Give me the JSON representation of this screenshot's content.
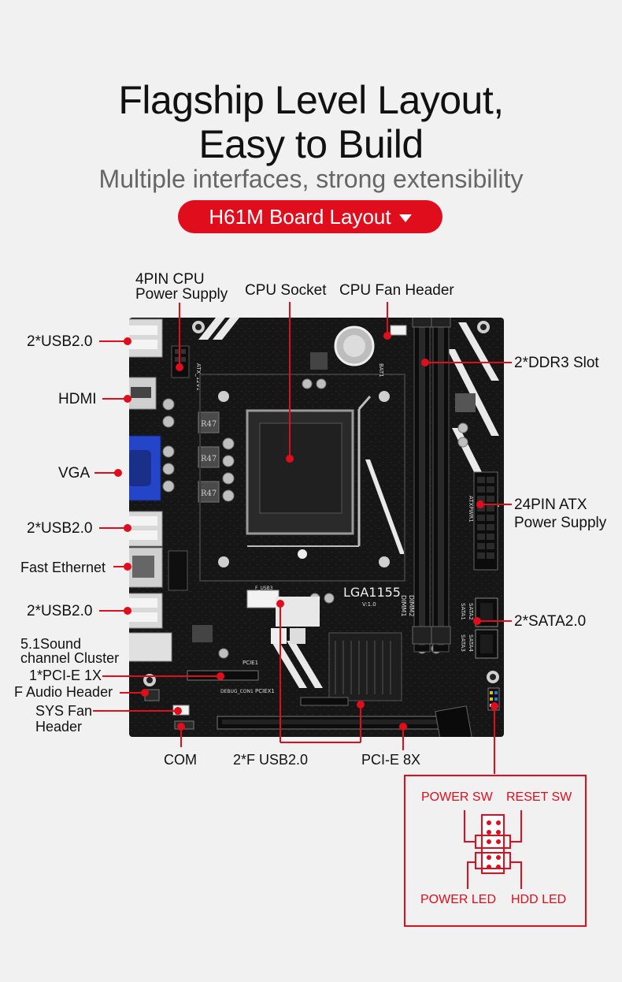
{
  "header": {
    "title_line1": "Flagship Level Layout,",
    "title_line2": "Easy to Build",
    "subtitle": "Multiple interfaces, strong extensibility",
    "pill_label": "H61M  Board Layout"
  },
  "labels": {
    "cpu_power_l1": "4PIN CPU",
    "cpu_power_l2": "Power Supply",
    "cpu_socket": "CPU Socket",
    "cpu_fan": "CPU Fan Header",
    "usb_top": "2*USB2.0",
    "hdmi": "HDMI",
    "vga": "VGA",
    "usb_mid": "2*USB2.0",
    "ethernet": "Fast Ethernet",
    "usb_low": "2*USB2.0",
    "sound_l1": "5.1Sound",
    "sound_l2": "channel Cluster",
    "pcie1x": "1*PCI-E 1X",
    "faudio": "F Audio Header",
    "sysfan_l1": "SYS Fan",
    "sysfan_l2": "Header",
    "com": "COM",
    "fusb": "2*F USB2.0",
    "pcie8x": "PCI-E 8X",
    "ddr3": "2*DDR3 Slot",
    "atx_l1": "24PIN ATX",
    "atx_l2": "Power Supply",
    "sata": "2*SATA2.0"
  },
  "front_panel": {
    "power_sw": "POWER SW",
    "reset_sw": "RESET SW",
    "power_led": "POWER LED",
    "hdd_led": "HDD  LED"
  },
  "board_text": {
    "socket_model": "LGA1155",
    "socket_ver": "V:1.0",
    "r47": "R47",
    "pcie1": "PCIE1",
    "pciex1": "PCIEX1",
    "fusb3": "F_USB3",
    "atx12v": "ATX_12V1",
    "bat": "BAT1",
    "sata1": "SATA1",
    "sata2": "SATA2",
    "sata3": "SATA3",
    "sata4": "SATA4",
    "dimm1": "DIMM1",
    "dimm2": "DIMM2",
    "atxpwr": "ATXPWR1",
    "debug": "DEBUG_CON1"
  },
  "colors": {
    "accent": "#e00d1c",
    "board": "#151515",
    "vga_blue": "#2445c8"
  }
}
